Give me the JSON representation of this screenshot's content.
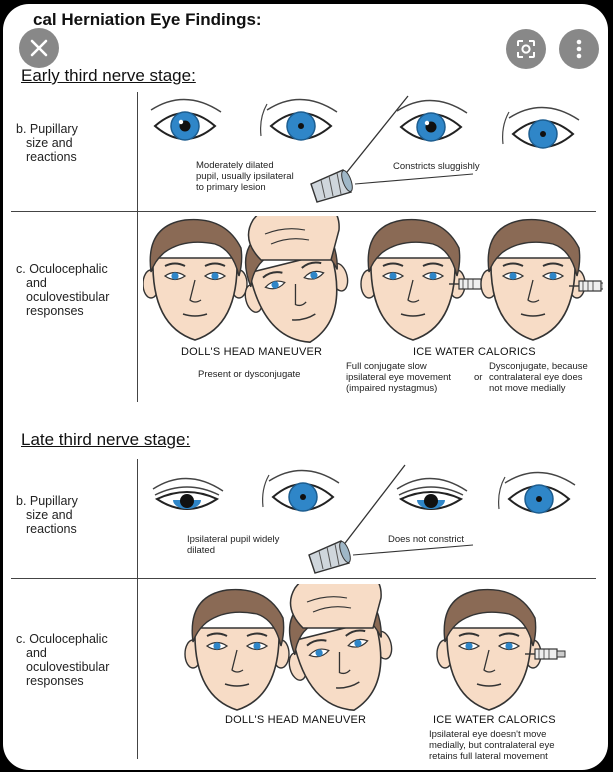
{
  "title": "cal Herniation Eye Findings:",
  "overlay": {
    "close_icon": "close-icon",
    "lens_icon": "google-lens-icon",
    "more_icon": "more-vertical-icon"
  },
  "early": {
    "heading": "Early third nerve stage:",
    "pupil_row": {
      "label": [
        "b. Pupillary",
        "size and",
        "reactions"
      ],
      "left_caption": [
        "Moderately dilated",
        "pupil, usually ipsilateral",
        "to primary lesion"
      ],
      "right_caption": "Constricts sluggishly"
    },
    "ocu_row": {
      "label": [
        "c. Oculocephalic",
        "and",
        "oculovestibular",
        "responses"
      ],
      "dolls_head": "DOLL'S HEAD MANEUVER",
      "dolls_result": "Present or dysconjugate",
      "ice_water": "ICE WATER CALORICS",
      "ice_left": [
        "Full conjugate slow",
        "ipsilateral eye movement",
        "(impaired nystagmus)"
      ],
      "ice_or": "or",
      "ice_right": [
        "Dysconjugate, because",
        "contralateral eye does",
        "not move medially"
      ]
    }
  },
  "late": {
    "heading": "Late third nerve stage:",
    "pupil_row": {
      "label": [
        "b. Pupillary",
        "size and",
        "reactions"
      ],
      "left_caption": [
        "Ipsilateral pupil widely",
        "dilated"
      ],
      "right_caption": "Does not constrict"
    },
    "ocu_row": {
      "label": [
        "c. Oculocephalic",
        "and",
        "oculovestibular",
        "responses"
      ],
      "dolls_head": "DOLL'S HEAD MANEUVER",
      "ice_water": "ICE WATER CALORICS",
      "ice_caption": [
        "Ipsilateral eye doesn't move",
        "medially, but contralateral eye",
        "retains full lateral movement"
      ]
    }
  },
  "colors": {
    "iris": "#2f86c8",
    "skin": "#f7dcc6",
    "hair": "#8a6a55",
    "background": "#000000",
    "card": "#ffffff"
  }
}
